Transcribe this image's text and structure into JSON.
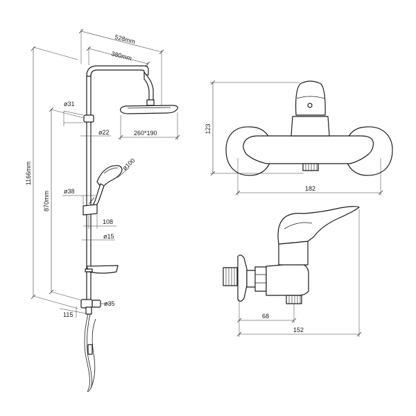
{
  "shower_column": {
    "overall_width": "528mm",
    "arm_length": "380mm",
    "overall_height": "1166mm",
    "slider_height": "870mm",
    "pipe_diameter_top": "ø31",
    "pipe_diameter": "ø22",
    "head_size": "260*190",
    "hand_shower_diameter": "ø100",
    "holder_diameter": "ø38",
    "holder_reach": "108",
    "lower_pipe_diameter": "ø15",
    "diverter_diameter": "ø35",
    "wall_distance": "115"
  },
  "mixer_front": {
    "height": "123",
    "width": "182"
  },
  "mixer_side": {
    "depth_to_outlet": "68",
    "total_depth": "152"
  }
}
